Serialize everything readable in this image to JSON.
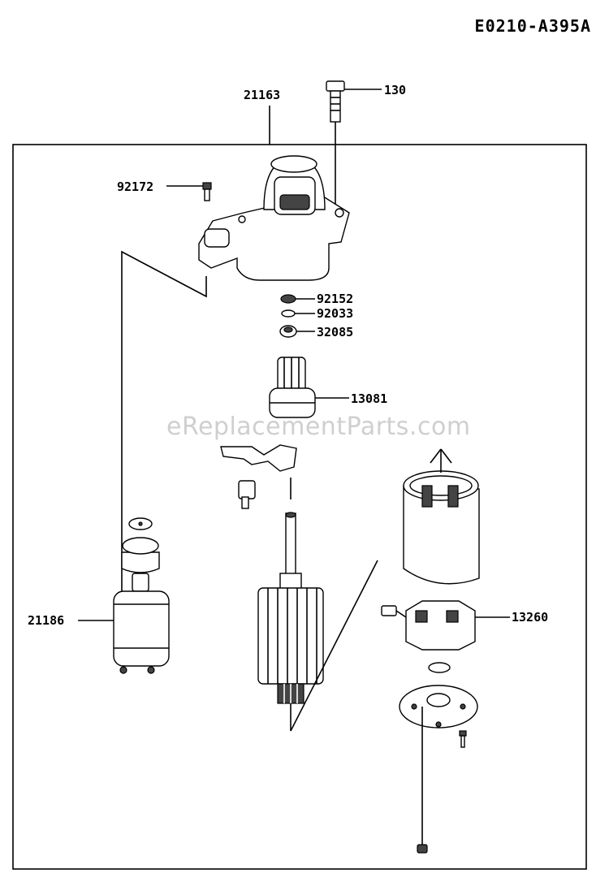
{
  "diagram_code": "E0210-A395A",
  "watermark": "eReplacementParts.com",
  "parts": [
    {
      "id": "p21163",
      "number": "21163"
    },
    {
      "id": "p130",
      "number": "130"
    },
    {
      "id": "p92172",
      "number": "92172"
    },
    {
      "id": "p92152",
      "number": "92152"
    },
    {
      "id": "p92033",
      "number": "92033"
    },
    {
      "id": "p32085",
      "number": "32085"
    },
    {
      "id": "p13081",
      "number": "13081"
    },
    {
      "id": "p21186",
      "number": "21186"
    },
    {
      "id": "p13260",
      "number": "13260"
    }
  ]
}
